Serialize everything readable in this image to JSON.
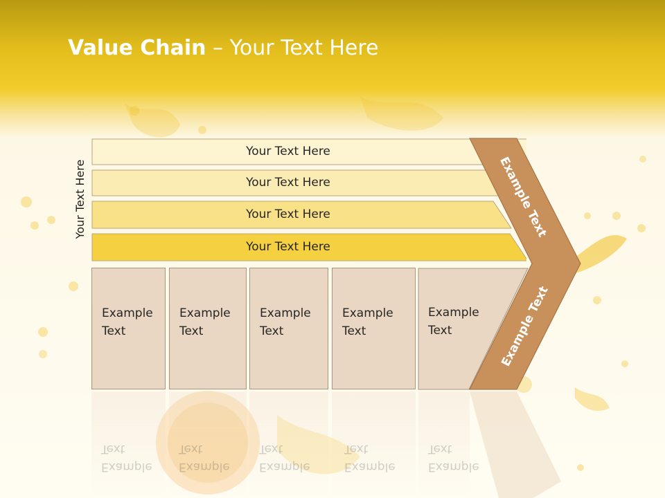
{
  "slide": {
    "title_bold": "Value Chain",
    "title_rest": " – Your Text Here",
    "vertical_label": "Your Text Here",
    "bars": [
      {
        "text": "Your Text Here",
        "fill": "#fdf4d2"
      },
      {
        "text": "Your Text Here",
        "fill": "#fbecb4"
      },
      {
        "text": "Your Text Here",
        "fill": "#f9e188"
      },
      {
        "text": "Your Text Here",
        "fill": "#f5d040"
      }
    ],
    "boxes": [
      {
        "text": "Example\nText"
      },
      {
        "text": "Example\nText"
      },
      {
        "text": "Example\nText"
      },
      {
        "text": "Example\nText"
      },
      {
        "text": "Example\nText"
      }
    ],
    "arrow": {
      "upper_text": "Example Text",
      "lower_text": "Example Text",
      "fill": "#c8915c"
    },
    "colors": {
      "header": "#e2bd1c",
      "box_fill": "#ead7c3",
      "juice": "#f0c020"
    },
    "decoration": "orange-juice-splash-image"
  }
}
